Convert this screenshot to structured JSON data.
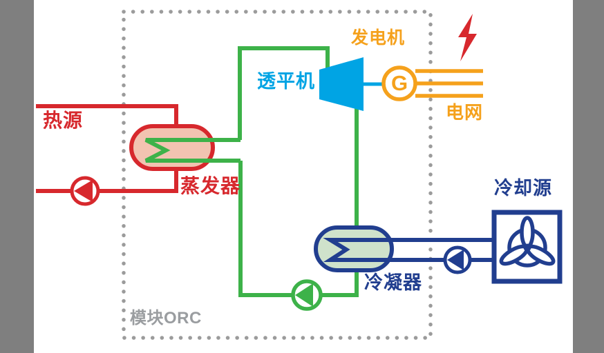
{
  "diagram": {
    "labels": {
      "heat_source": "热源",
      "evaporator": "蒸发器",
      "turbine": "透平机",
      "generator": "发电机",
      "generator_symbol": "G",
      "grid": "电网",
      "condenser": "冷凝器",
      "cooling_source": "冷却源",
      "module": "模块ORC"
    },
    "colors": {
      "hot_loop": "#d7282d",
      "working_loop": "#3db249",
      "turbine": "#00a4e4",
      "electric": "#f5a11c",
      "cooling_loop": "#213e8f",
      "evaporator_fill": "#f2c3b1",
      "condenser_fill": "#cfe2cb",
      "dashed_border": "#9b9b9b",
      "module_label": "#9a9da0",
      "side_band": "#7f7f7f",
      "bolt": "#d7282d"
    }
  }
}
